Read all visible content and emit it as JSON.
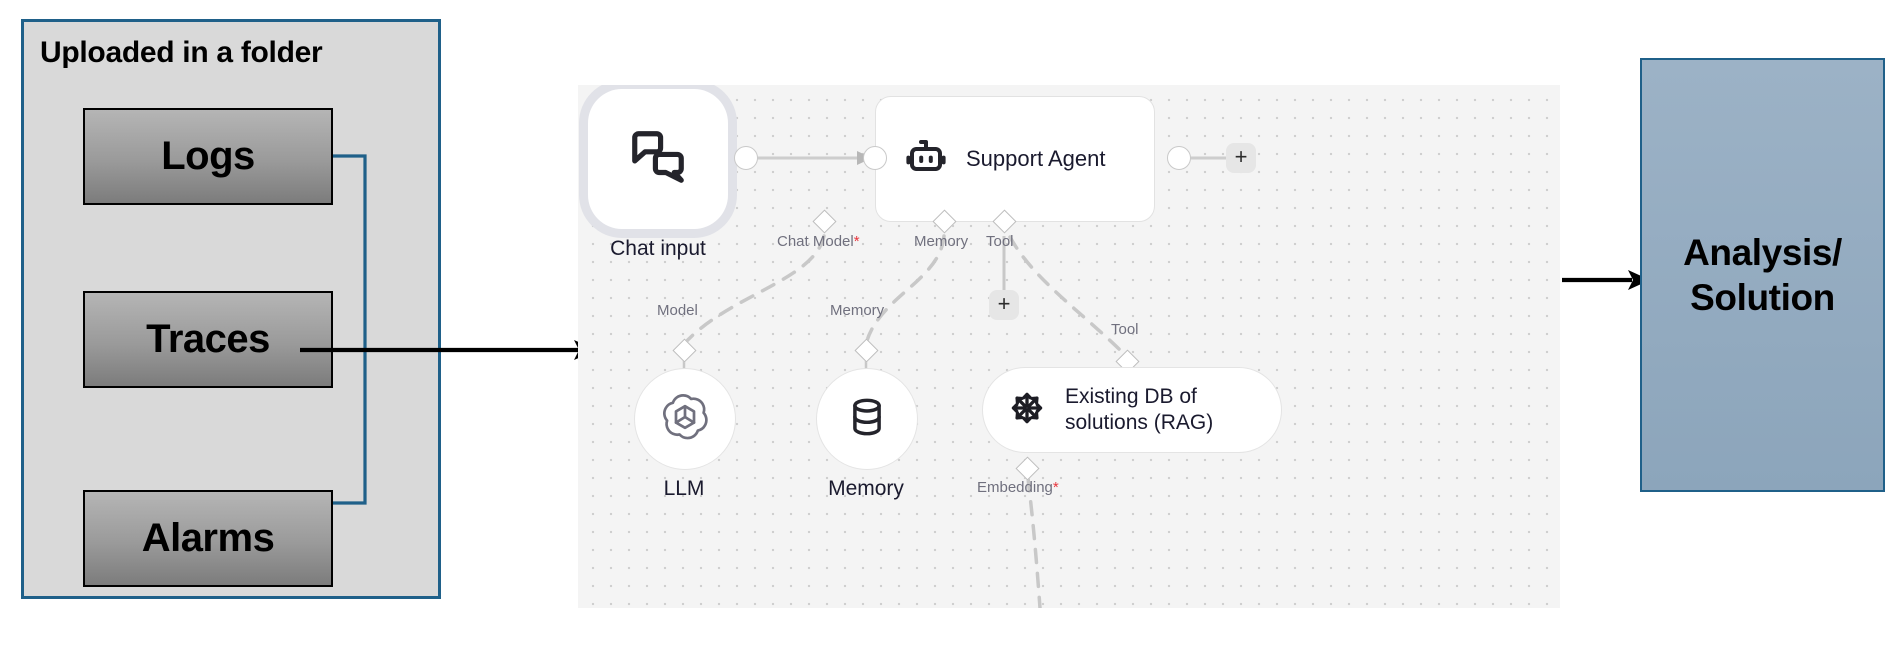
{
  "left_panel": {
    "title": "Uploaded in a folder",
    "border_color": "#1f6089",
    "fill_color": "#d9d9d9",
    "sources": [
      {
        "label": "Logs"
      },
      {
        "label": "Traces"
      },
      {
        "label": "Alarms"
      }
    ]
  },
  "canvas": {
    "background_color": "#f4f4f4",
    "dot_color": "#cfcfcf",
    "nodes": {
      "chat_input": {
        "label": "Chat input",
        "icon": "chat-bubbles-icon"
      },
      "support_agent": {
        "label": "Support Agent",
        "icon": "robot-icon",
        "ports": [
          {
            "label": "Chat Model",
            "required": true
          },
          {
            "label": "Memory",
            "required": false
          },
          {
            "label": "Tool",
            "required": false
          }
        ]
      },
      "llm": {
        "label": "LLM",
        "icon": "openai-icon",
        "port": "Model"
      },
      "memory": {
        "label": "Memory",
        "icon": "database-icon",
        "port": "Memory"
      },
      "rag": {
        "label_line1": "Existing DB of",
        "label_line2": "solutions (RAG)",
        "icon": "vector-embed-icon",
        "port_top": "Tool",
        "port_bottom": {
          "label": "Embedding",
          "required": true
        }
      }
    },
    "buttons": {
      "add_output": "+",
      "add_tool": "+"
    },
    "required_marker": "*"
  },
  "right_panel": {
    "line1": "Analysis/",
    "line2": "Solution",
    "border_color": "#1f6089",
    "fill_color": "#93aabf"
  }
}
